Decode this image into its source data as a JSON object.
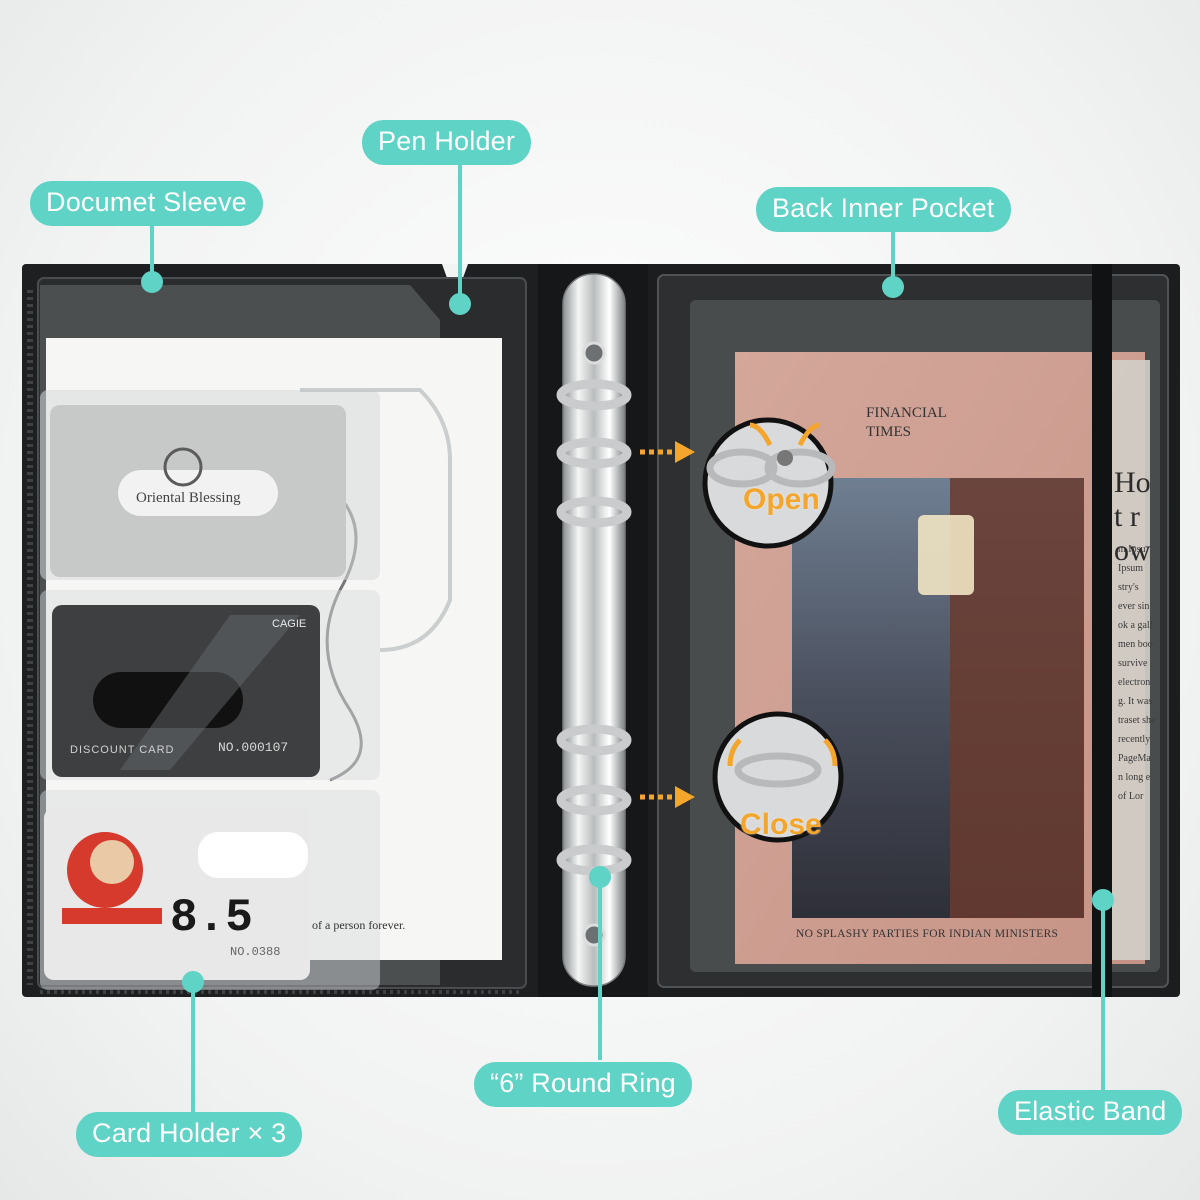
{
  "colors": {
    "accent": "#5fd3c6",
    "binder_cover": "#1e1f20",
    "sleeve": "#cfd3d4",
    "arrow": "#f4a52c"
  },
  "labels": {
    "document_sleeve": "Documet Sleeve",
    "pen_holder": "Pen Holder",
    "back_inner_pocket": "Back Inner Pocket",
    "card_holder": "Card Holder × 3",
    "round_ring": "“6” Round Ring",
    "elastic_band": "Elastic Band"
  },
  "insets": {
    "open": "Open",
    "close": "Close"
  },
  "cards": {
    "card1_brand": "Oriental Blessing",
    "card2_brand": "CAGIE",
    "card2_type": "DISCOUNT CARD",
    "card2_number": "NO.000107",
    "card3_value": "8.5",
    "card3_number": "NO.0388"
  },
  "notepad": {
    "text": "of a person forever."
  },
  "newspaper": {
    "masthead_line1": "FINANCIAL",
    "masthead_line2": "TIMES",
    "headline": "NO SPLASHY PARTIES FOR INDIAN MINISTERS",
    "right_headline": "Hot row",
    "right_column": [
      "m Ipsu",
      "Ipsum",
      "stry's",
      "ever sin",
      "ok a gall",
      "men boo",
      "survive",
      "electron",
      "g. It was",
      "traset she",
      "recently",
      "PageMa",
      "n long e",
      "of Lor"
    ]
  }
}
